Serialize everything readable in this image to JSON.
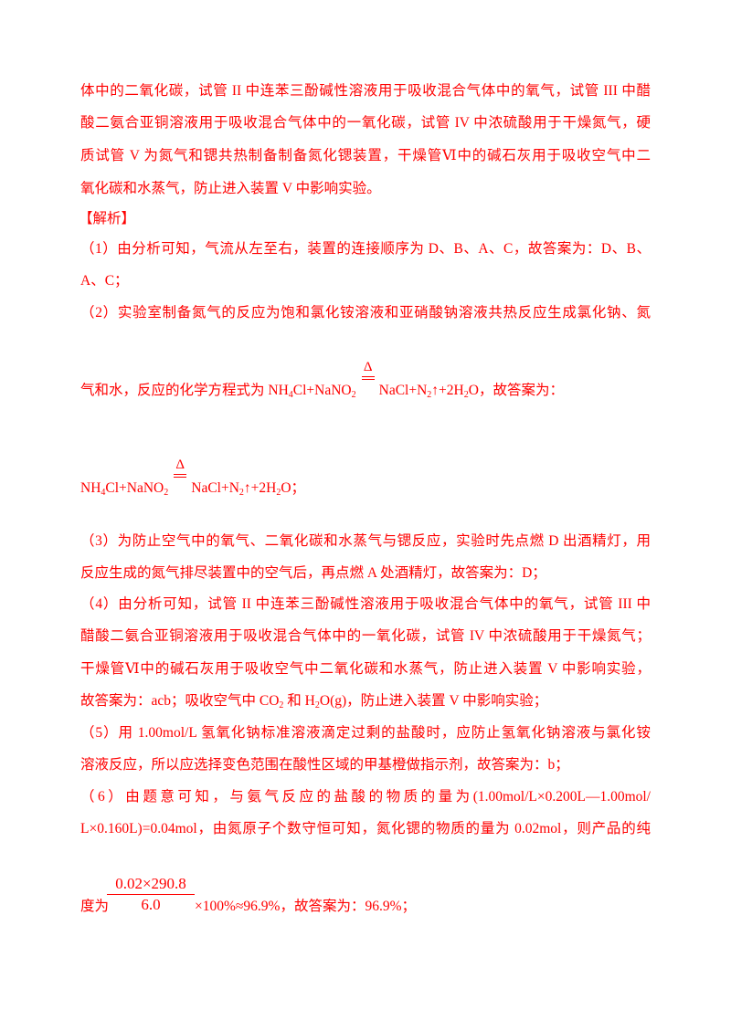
{
  "page": {
    "text_color": "#ff0000"
  },
  "intro_lines": [
    "体中的二氧化碳，试管 II 中连苯三酚碱性溶液用于吸收混合气体中的氧气，试管 III 中醋",
    "酸二氨合亚铜溶液用于吸收混合气体中的一氧化碳，试管 IV 中浓硫酸用于干燥氮气，硬",
    "质试管 V 为氮气和锶共热制备制备氮化锶装置，干燥管Ⅵ中的碱石灰用于吸收空气中二",
    "氧化碳和水蒸气，防止进入装置 V 中影响实验。"
  ],
  "analysis_heading": "【解析】",
  "answer_1": [
    "（1）由分析可知，气流从左至右，装置的连接顺序为 D、B、A、C，故答案为：D、B、",
    "A、C；"
  ],
  "answer_2": {
    "line_1": "（2）实验室制备氮气的反应为饱和氯化铵溶液和亚硝酸钠溶液共热反应生成氯化钠、氮",
    "line_2_text": "气和水，反应的化学方程式为 ",
    "line_2_tail": "，故答案为：",
    "line_3_tail": "；"
  },
  "equation": {
    "nh": "NH",
    "nh_sub": "4",
    "cl_nano": "Cl+NaNO",
    "nano_sub": "2",
    "condition": "Δ",
    "nacl_n": "NaCl+N",
    "n_sub": "2",
    "arrow_2h": "↑+2H",
    "h_sub": "2",
    "o": "O"
  },
  "answer_3": [
    "（3）为防止空气中的氧气、二氧化碳和水蒸气与锶反应，实验时先点燃 D 出酒精灯，用",
    "反应生成的氮气排尽装置中的空气后，再点燃 A 处酒精灯，故答案为：D；"
  ],
  "answer_4": {
    "lines": [
      "（4）由分析可知，试管 II 中连苯三酚碱性溶液用于吸收混合气体中的氧气，试管 III 中",
      "醋酸二氨合亚铜溶液用于吸收混合气体中的一氧化碳，试管 IV 中浓硫酸用于干燥氮气；",
      "干燥管Ⅵ中的碱石灰用于吸收空气中二氧化碳和水蒸气，防止进入装置 V 中影响实验，"
    ],
    "last_a": "故答案为：acb；吸收空气中 CO",
    "last_co2_sub": "2",
    "last_b": " 和 H",
    "last_h2o_sub": "2",
    "last_c": "O(g)，防止进入装置 V 中影响实验；"
  },
  "answer_5": [
    "（5）用 1.00mol/L 氢氧化钠标准溶液滴定过剩的盐酸时，应防止氢氧化钠溶液与氯化铵",
    "溶液反应，所以应选择变色范围在酸性区域的甲基橙做指示剂，故答案为：b；"
  ],
  "answer_6": {
    "lines": [
      "（6）由题意可知，与氨气反应的盐酸的物质的量为(1.00mol/L×0.200L—1.00mol/",
      "L×0.160L)=0.04mol，由氮原子个数守恒可知，氮化锶的物质的量为 0.02mol，则产品的纯"
    ],
    "prefix": "度为",
    "numerator": "0.02×290.8",
    "denominator": "6.0",
    "suffix": "×100%≈96.9%，故答案为：96.9%；"
  }
}
